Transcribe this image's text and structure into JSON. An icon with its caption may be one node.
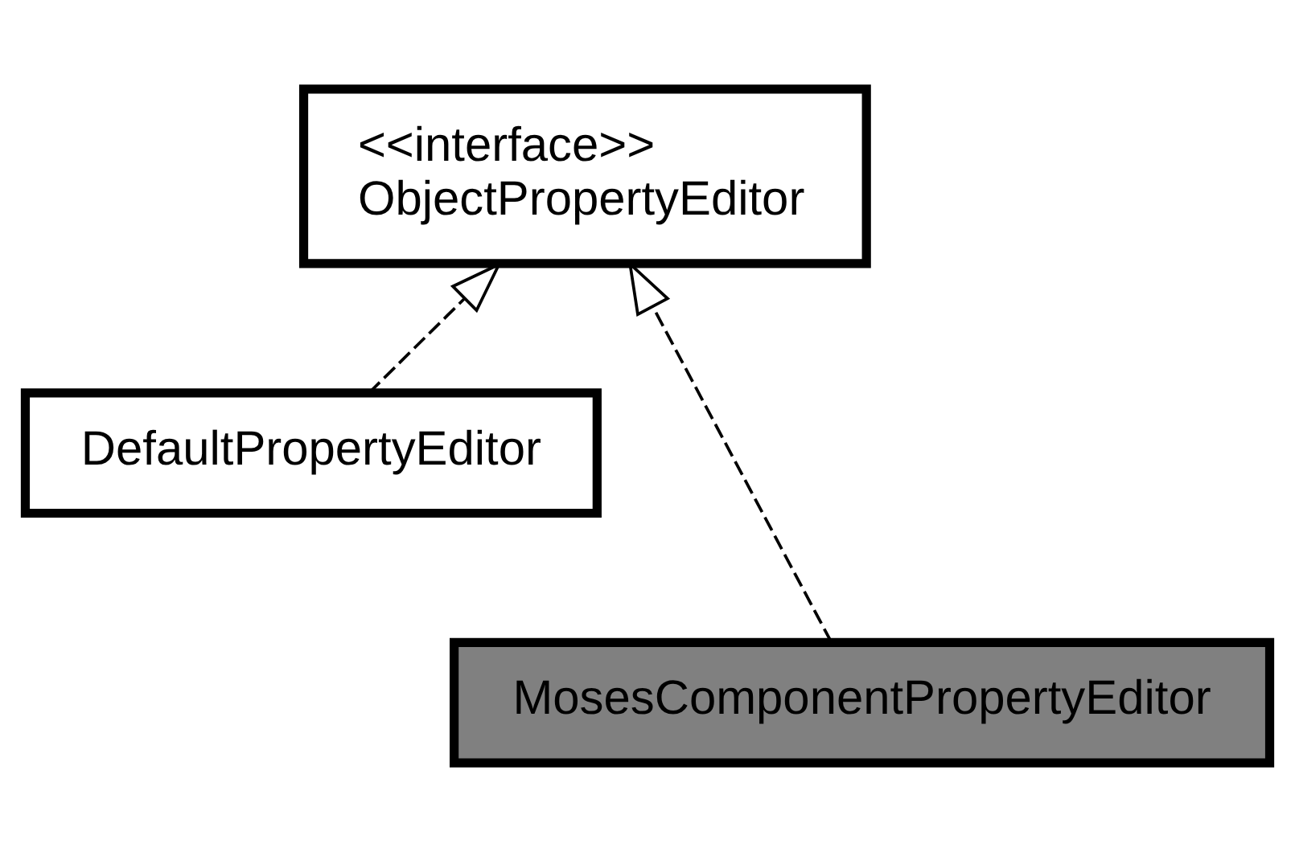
{
  "diagram": {
    "nodes": [
      {
        "text": [
          "<<interface>>",
          "ObjectPropertyEditor"
        ]
      },
      {
        "text": [
          "DefaultPropertyEditor"
        ]
      },
      {
        "text": [
          "MosesComponentPropertyEditor"
        ]
      }
    ],
    "edges": [
      {
        "from": 1,
        "to": 0,
        "arrow": "to",
        "style": "dashed"
      },
      {
        "from": 2,
        "to": 0,
        "arrow": "to",
        "style": "dashed"
      }
    ]
  }
}
